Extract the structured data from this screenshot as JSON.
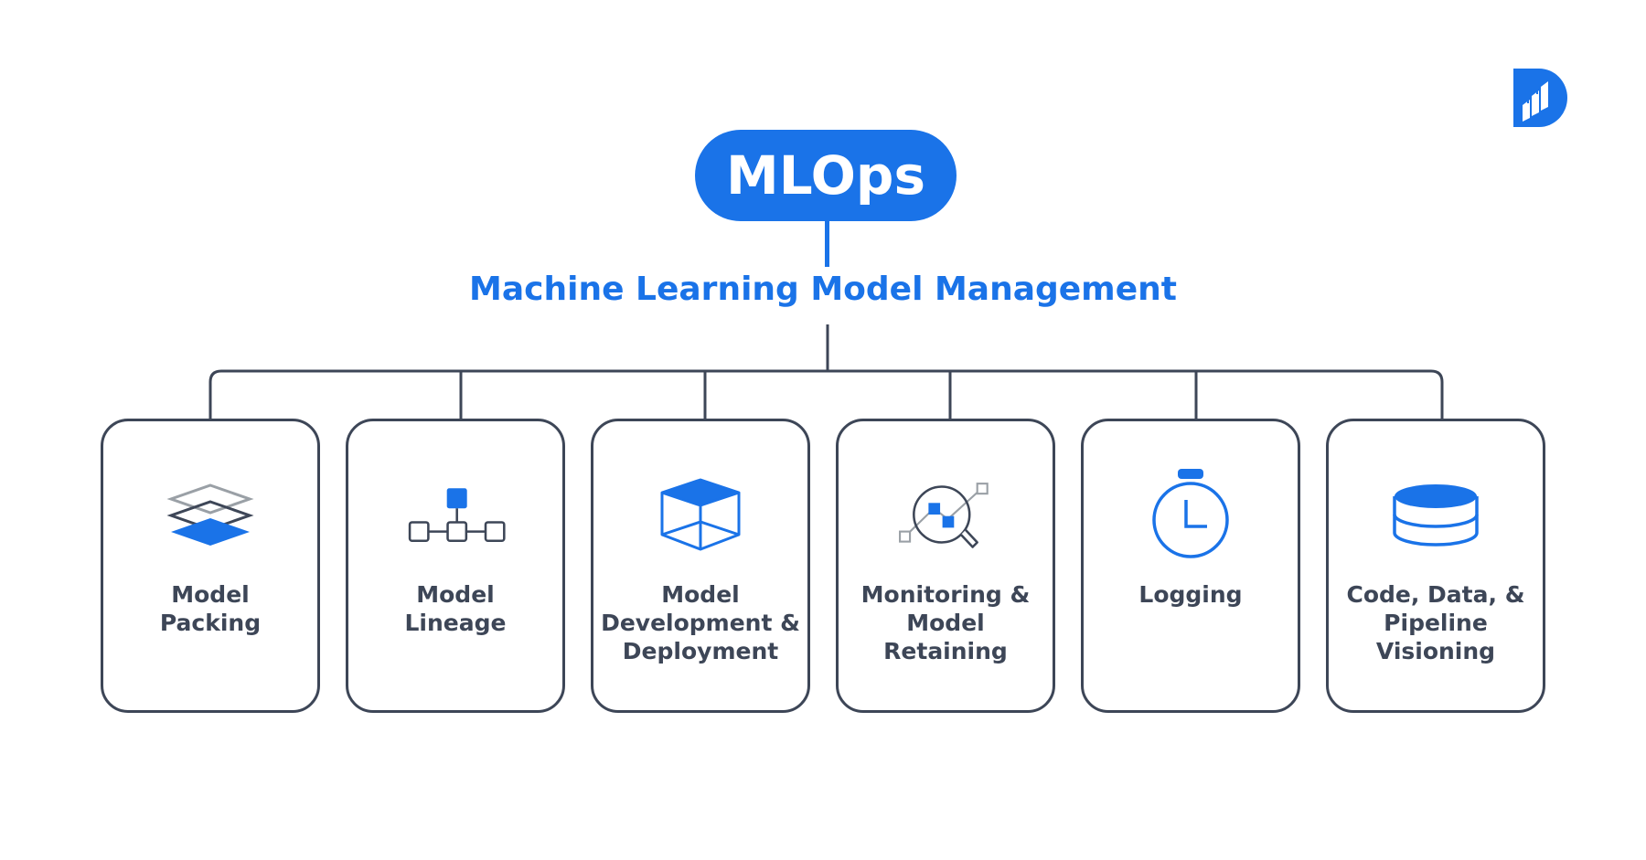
{
  "header": {
    "title": "MLOps",
    "subtitle": "Machine Learning Model Management"
  },
  "brand": {
    "logo_icon": "d-chart-logo-icon",
    "color": "#1a73e8"
  },
  "colors": {
    "accent": "#1a73e8",
    "outline": "#3d4657",
    "muted": "#9aa0a6"
  },
  "cards": [
    {
      "label": "Model\nPacking",
      "icon": "layers-icon"
    },
    {
      "label": "Model\nLineage",
      "icon": "lineage-tree-icon"
    },
    {
      "label": "Model\nDevelopment &\nDeployment",
      "icon": "cube-icon"
    },
    {
      "label": "Monitoring &\nModel\nRetaining",
      "icon": "magnifier-chart-icon"
    },
    {
      "label": "Logging",
      "icon": "stopwatch-icon"
    },
    {
      "label": "Code, Data, &\nPipeline\nVisioning",
      "icon": "database-icon"
    }
  ]
}
